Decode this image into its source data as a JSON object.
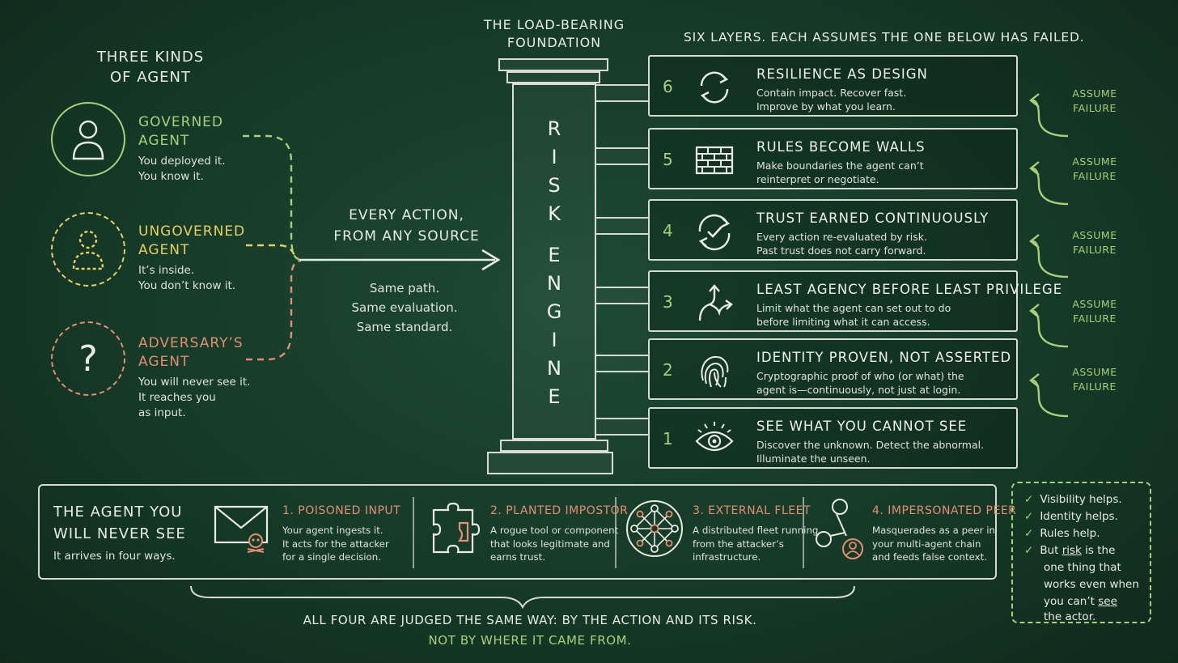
{
  "left_heading": [
    "Three Kinds",
    "of Agent"
  ],
  "agents": [
    {
      "name": [
        "Governed",
        "Agent"
      ],
      "desc": [
        "You deployed it.",
        "You know it."
      ],
      "color": "#a9cf7c",
      "icon": "person-icon"
    },
    {
      "name": [
        "Ungoverned",
        "Agent"
      ],
      "desc": [
        "It’s inside.",
        "You don’t know it."
      ],
      "color": "#e6cf64",
      "icon": "dashed-person-icon"
    },
    {
      "name": [
        "Adversary’s",
        "Agent"
      ],
      "desc": [
        "You will never see it.",
        "It reaches you",
        "as input."
      ],
      "color": "#e48e74",
      "icon": "question-mark-icon"
    }
  ],
  "flow_label": [
    "Every action,",
    "from any source"
  ],
  "flow_sub": [
    "Same path.",
    "Same evaluation.",
    "Same standard."
  ],
  "pillar_heading": [
    "The Load-Bearing",
    "Foundation"
  ],
  "pillar_text": "RISK ENGINE",
  "layers_heading": "Six layers. Each assumes the one below has failed.",
  "layers": [
    {
      "num": "6",
      "title": "Resilience as Design",
      "desc": [
        "Contain impact. Recover fast.",
        "Improve by what you learn."
      ],
      "icon": "cycle-arrows-icon"
    },
    {
      "num": "5",
      "title": "Rules Become Walls",
      "desc": [
        "Make boundaries the agent can’t",
        "reinterpret or negotiate."
      ],
      "icon": "brick-wall-icon"
    },
    {
      "num": "4",
      "title": "Trust Earned Continuously",
      "desc": [
        "Every action re-evaluated by risk.",
        "Past trust does not carry forward."
      ],
      "icon": "refresh-check-icon"
    },
    {
      "num": "3",
      "title": "Least Agency Before Least Privilege",
      "desc": [
        "Limit what the agent can set out to do",
        "before limiting what it can access."
      ],
      "icon": "branching-arrows-icon"
    },
    {
      "num": "2",
      "title": "Identity Proven, Not Asserted",
      "desc": [
        "Cryptographic proof of who (or what) the",
        "agent is—continuously, not just at login."
      ],
      "icon": "fingerprint-icon"
    },
    {
      "num": "1",
      "title": "See What You Cannot See",
      "desc": [
        "Discover the unknown. Detect the abnormal.",
        "Illuminate the unseen."
      ],
      "icon": "eye-icon"
    }
  ],
  "assume_label": [
    "Assume",
    "Failure"
  ],
  "bottom": {
    "title": [
      "The Agent You",
      "Will Never See"
    ],
    "subtitle": "It arrives in four ways.",
    "ways": [
      {
        "title": "1. Poisoned Input",
        "desc": [
          "Your agent ingests it.",
          "It acts for the attacker",
          "for a single decision."
        ],
        "icon": "poisoned-envelope-icon"
      },
      {
        "title": "2. Planted Impostor",
        "desc": [
          "A rogue tool or component",
          "that looks legitimate and",
          "earns trust."
        ],
        "icon": "puzzle-piece-icon"
      },
      {
        "title": "3. External Fleet",
        "desc": [
          "A distributed fleet running",
          "from the attacker’s",
          "infrastructure."
        ],
        "icon": "network-fleet-icon"
      },
      {
        "title": "4. Impersonated Peer",
        "desc": [
          "Masquerades as a peer in",
          "your multi-agent chain",
          "and feeds false context."
        ],
        "icon": "peer-network-icon"
      }
    ]
  },
  "conclusion": [
    "All four are judged the same way: by the action and its risk.",
    "Not by where it came from."
  ],
  "notes": {
    "items": [
      "Visibility helps.",
      "Identity helps.",
      "Rules help."
    ],
    "last": {
      "pre": "But ",
      "risk": "risk",
      "mid1": " is the",
      "line2": "one thing that",
      "line3": "works even when",
      "line4_pre": "you can’t ",
      "see": "see",
      "line5": "the actor."
    }
  }
}
